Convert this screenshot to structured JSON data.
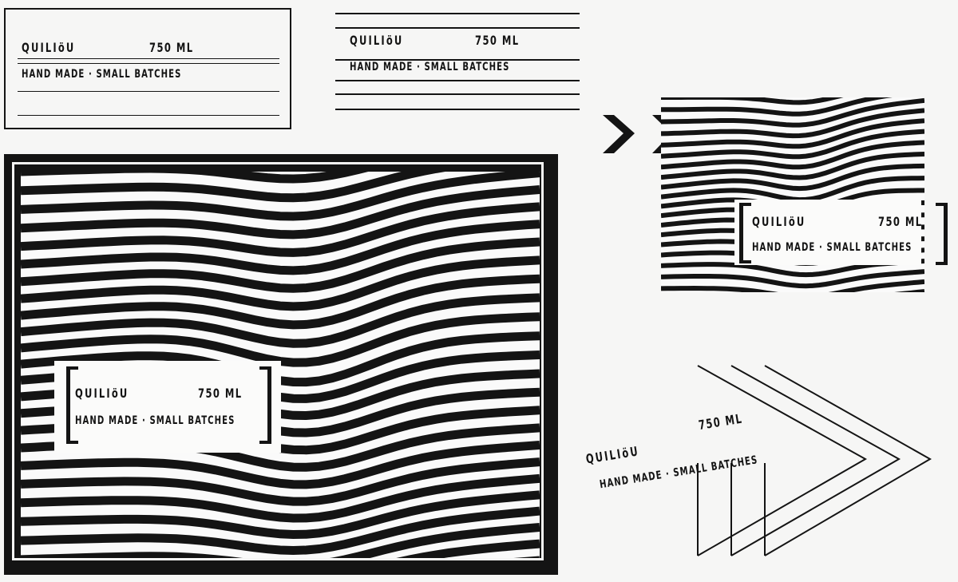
{
  "label": {
    "brand": "QUILIöU",
    "volume": "750 ML",
    "tagline": "HAND MADE · SMALL BATCHES"
  },
  "colors": {
    "ink": "#141414",
    "paper": "#f6f6f5"
  },
  "icons": [
    "chevron-right-icon",
    "nested-triangle-outline"
  ]
}
